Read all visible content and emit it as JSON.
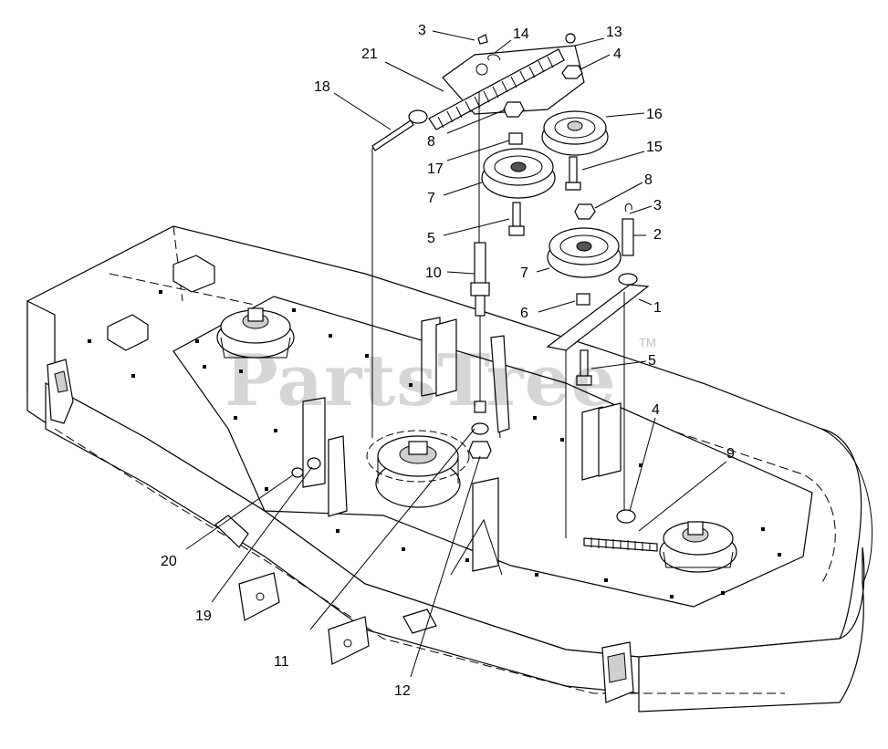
{
  "watermark": {
    "text": "PartsTree",
    "trademark": "TM"
  },
  "callouts": [
    {
      "id": "c3a",
      "label": "3"
    },
    {
      "id": "c14",
      "label": "14"
    },
    {
      "id": "c13",
      "label": "13"
    },
    {
      "id": "c4a",
      "label": "4"
    },
    {
      "id": "c21",
      "label": "21"
    },
    {
      "id": "c18",
      "label": "18"
    },
    {
      "id": "c16",
      "label": "16"
    },
    {
      "id": "c8a",
      "label": "8"
    },
    {
      "id": "c15",
      "label": "15"
    },
    {
      "id": "c17",
      "label": "17"
    },
    {
      "id": "c8b",
      "label": "8"
    },
    {
      "id": "c7a",
      "label": "7"
    },
    {
      "id": "c3b",
      "label": "3"
    },
    {
      "id": "c5a",
      "label": "5"
    },
    {
      "id": "c2",
      "label": "2"
    },
    {
      "id": "c10",
      "label": "10"
    },
    {
      "id": "c7b",
      "label": "7"
    },
    {
      "id": "c6",
      "label": "6"
    },
    {
      "id": "c1",
      "label": "1"
    },
    {
      "id": "c5b",
      "label": "5"
    },
    {
      "id": "c4b",
      "label": "4"
    },
    {
      "id": "c9",
      "label": "9"
    },
    {
      "id": "c20",
      "label": "20"
    },
    {
      "id": "c19",
      "label": "19"
    },
    {
      "id": "c11",
      "label": "11"
    },
    {
      "id": "c12",
      "label": "12"
    }
  ]
}
